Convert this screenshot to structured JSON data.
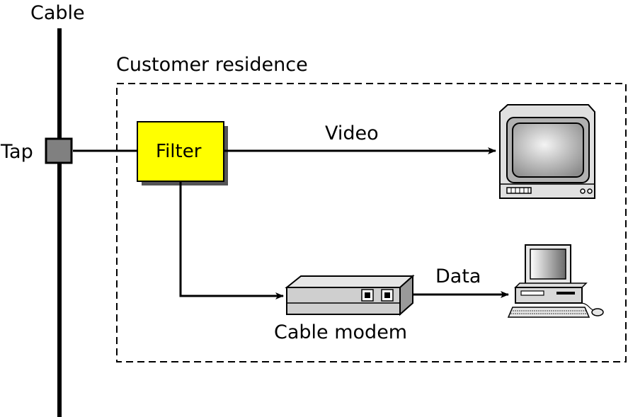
{
  "labels": {
    "cable": "Cable",
    "customer_residence": "Customer residence",
    "tap": "Tap",
    "filter": "Filter",
    "video": "Video",
    "data": "Data",
    "cable_modem": "Cable modem"
  },
  "colors": {
    "filter_fill": "#ffff00",
    "tap_fill": "#808080",
    "line": "#000000",
    "modem_body": "#c8c8c8"
  },
  "icons": {
    "television": "television-icon",
    "computer": "desktop-computer-icon",
    "modem": "cable-modem-icon"
  }
}
